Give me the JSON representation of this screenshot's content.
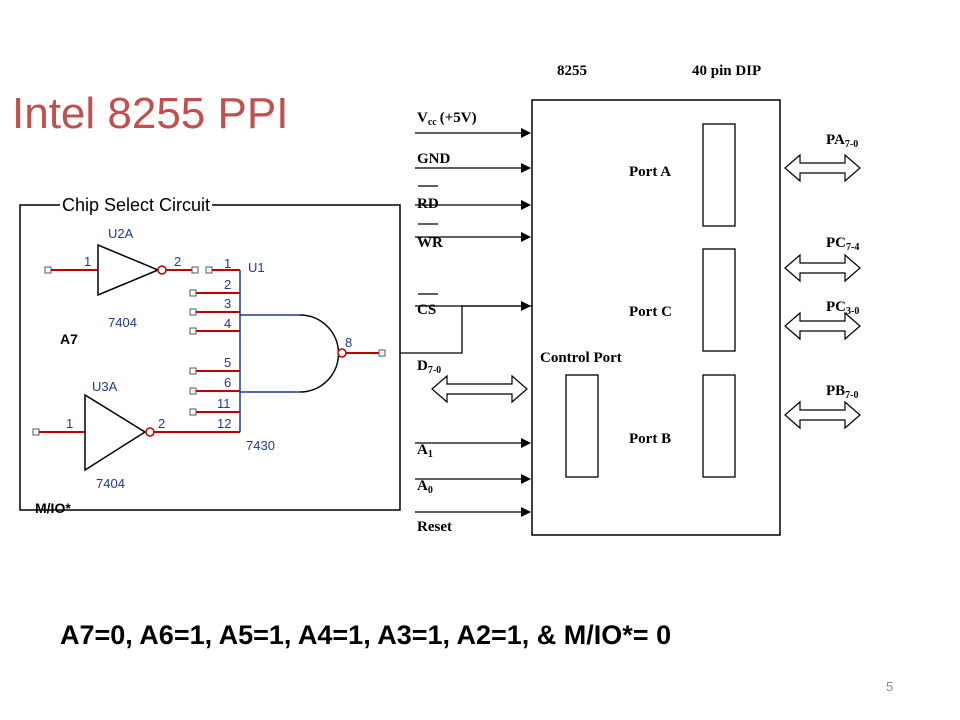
{
  "slide": {
    "title": "Intel 8255 PPI",
    "subtitle": "Chip Select Circuit",
    "conditions": "A7=0, A6=1, A5=1, A4=1, A3=1, A2=1, & M/IO*= 0",
    "page_number": "5"
  },
  "circuit": {
    "signal_a7": "A7",
    "signal_mio": "M/IO*",
    "inverter1": {
      "ref": "U2A",
      "part": "7404",
      "pin_in": "1",
      "pin_out": "2"
    },
    "inverter2": {
      "ref": "U3A",
      "part": "7404",
      "pin_in": "1",
      "pin_out": "2"
    },
    "nand": {
      "ref": "U1",
      "part": "7430",
      "pin_out": "8",
      "pins": [
        "1",
        "2",
        "3",
        "4",
        "5",
        "6",
        "11",
        "12"
      ]
    }
  },
  "chip": {
    "name": "8255",
    "package": "40 pin DIP",
    "left_pins": {
      "vcc_main": "V",
      "vcc_sub": "cc",
      "vcc_suffix": "(+5V)",
      "gnd": "GND",
      "rd": "RD",
      "wr": "WR",
      "cs": "CS",
      "d_main": "D",
      "d_sub": "7-0",
      "a1_main": "A",
      "a1_sub": "1",
      "a0_main": "A",
      "a0_sub": "0",
      "reset": "Reset"
    },
    "ports": {
      "port_a": "Port A",
      "port_c": "Port C",
      "control_port": "Control Port",
      "port_b": "Port B"
    },
    "right_pins": {
      "pa_main": "PA",
      "pa_sub": "7-0",
      "pc_hi_main": "PC",
      "pc_hi_sub": "7-4",
      "pc_lo_main": "PC",
      "pc_lo_sub": "3-0",
      "pb_main": "PB",
      "pb_sub": "7-0"
    }
  }
}
